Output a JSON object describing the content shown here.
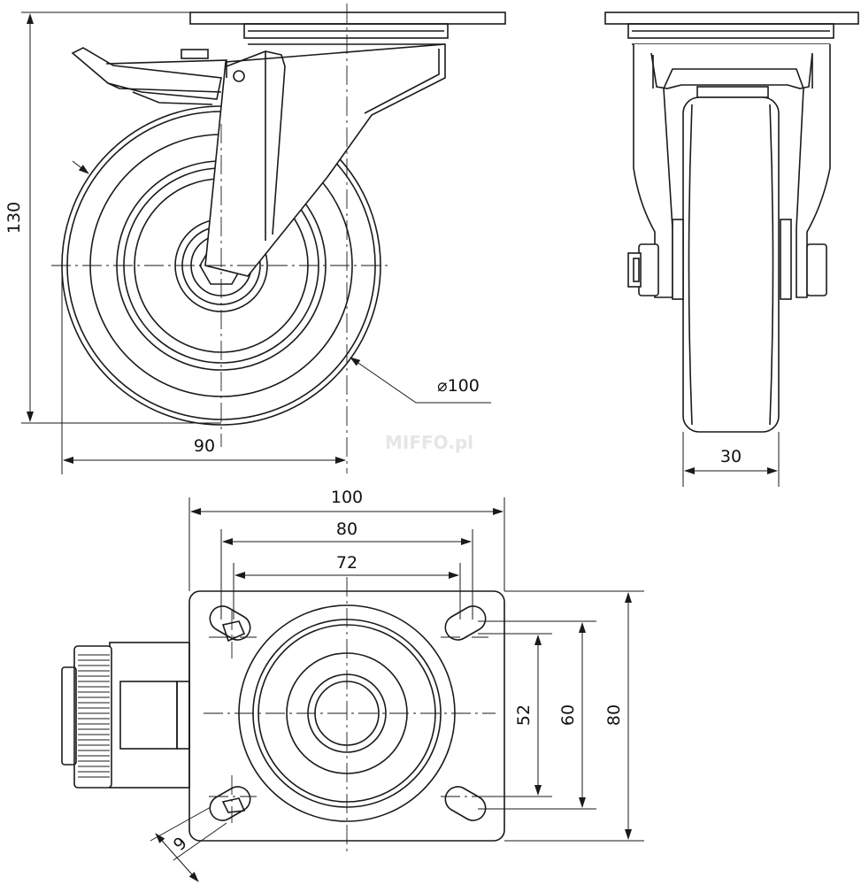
{
  "dimensions": {
    "total_height": "130",
    "offset": "90",
    "wheel_diameter": "⌀100",
    "wheel_width": "30",
    "plate_width": "100",
    "hole_spacing_outer": "80",
    "hole_spacing_inner": "72",
    "slot_inner": "52",
    "slot_outer": "60",
    "plate_depth": "80",
    "slot_width": "9"
  },
  "watermark": "MIFFO.pl",
  "colors": {
    "line": "#1a1a1a",
    "background": "#ffffff"
  }
}
